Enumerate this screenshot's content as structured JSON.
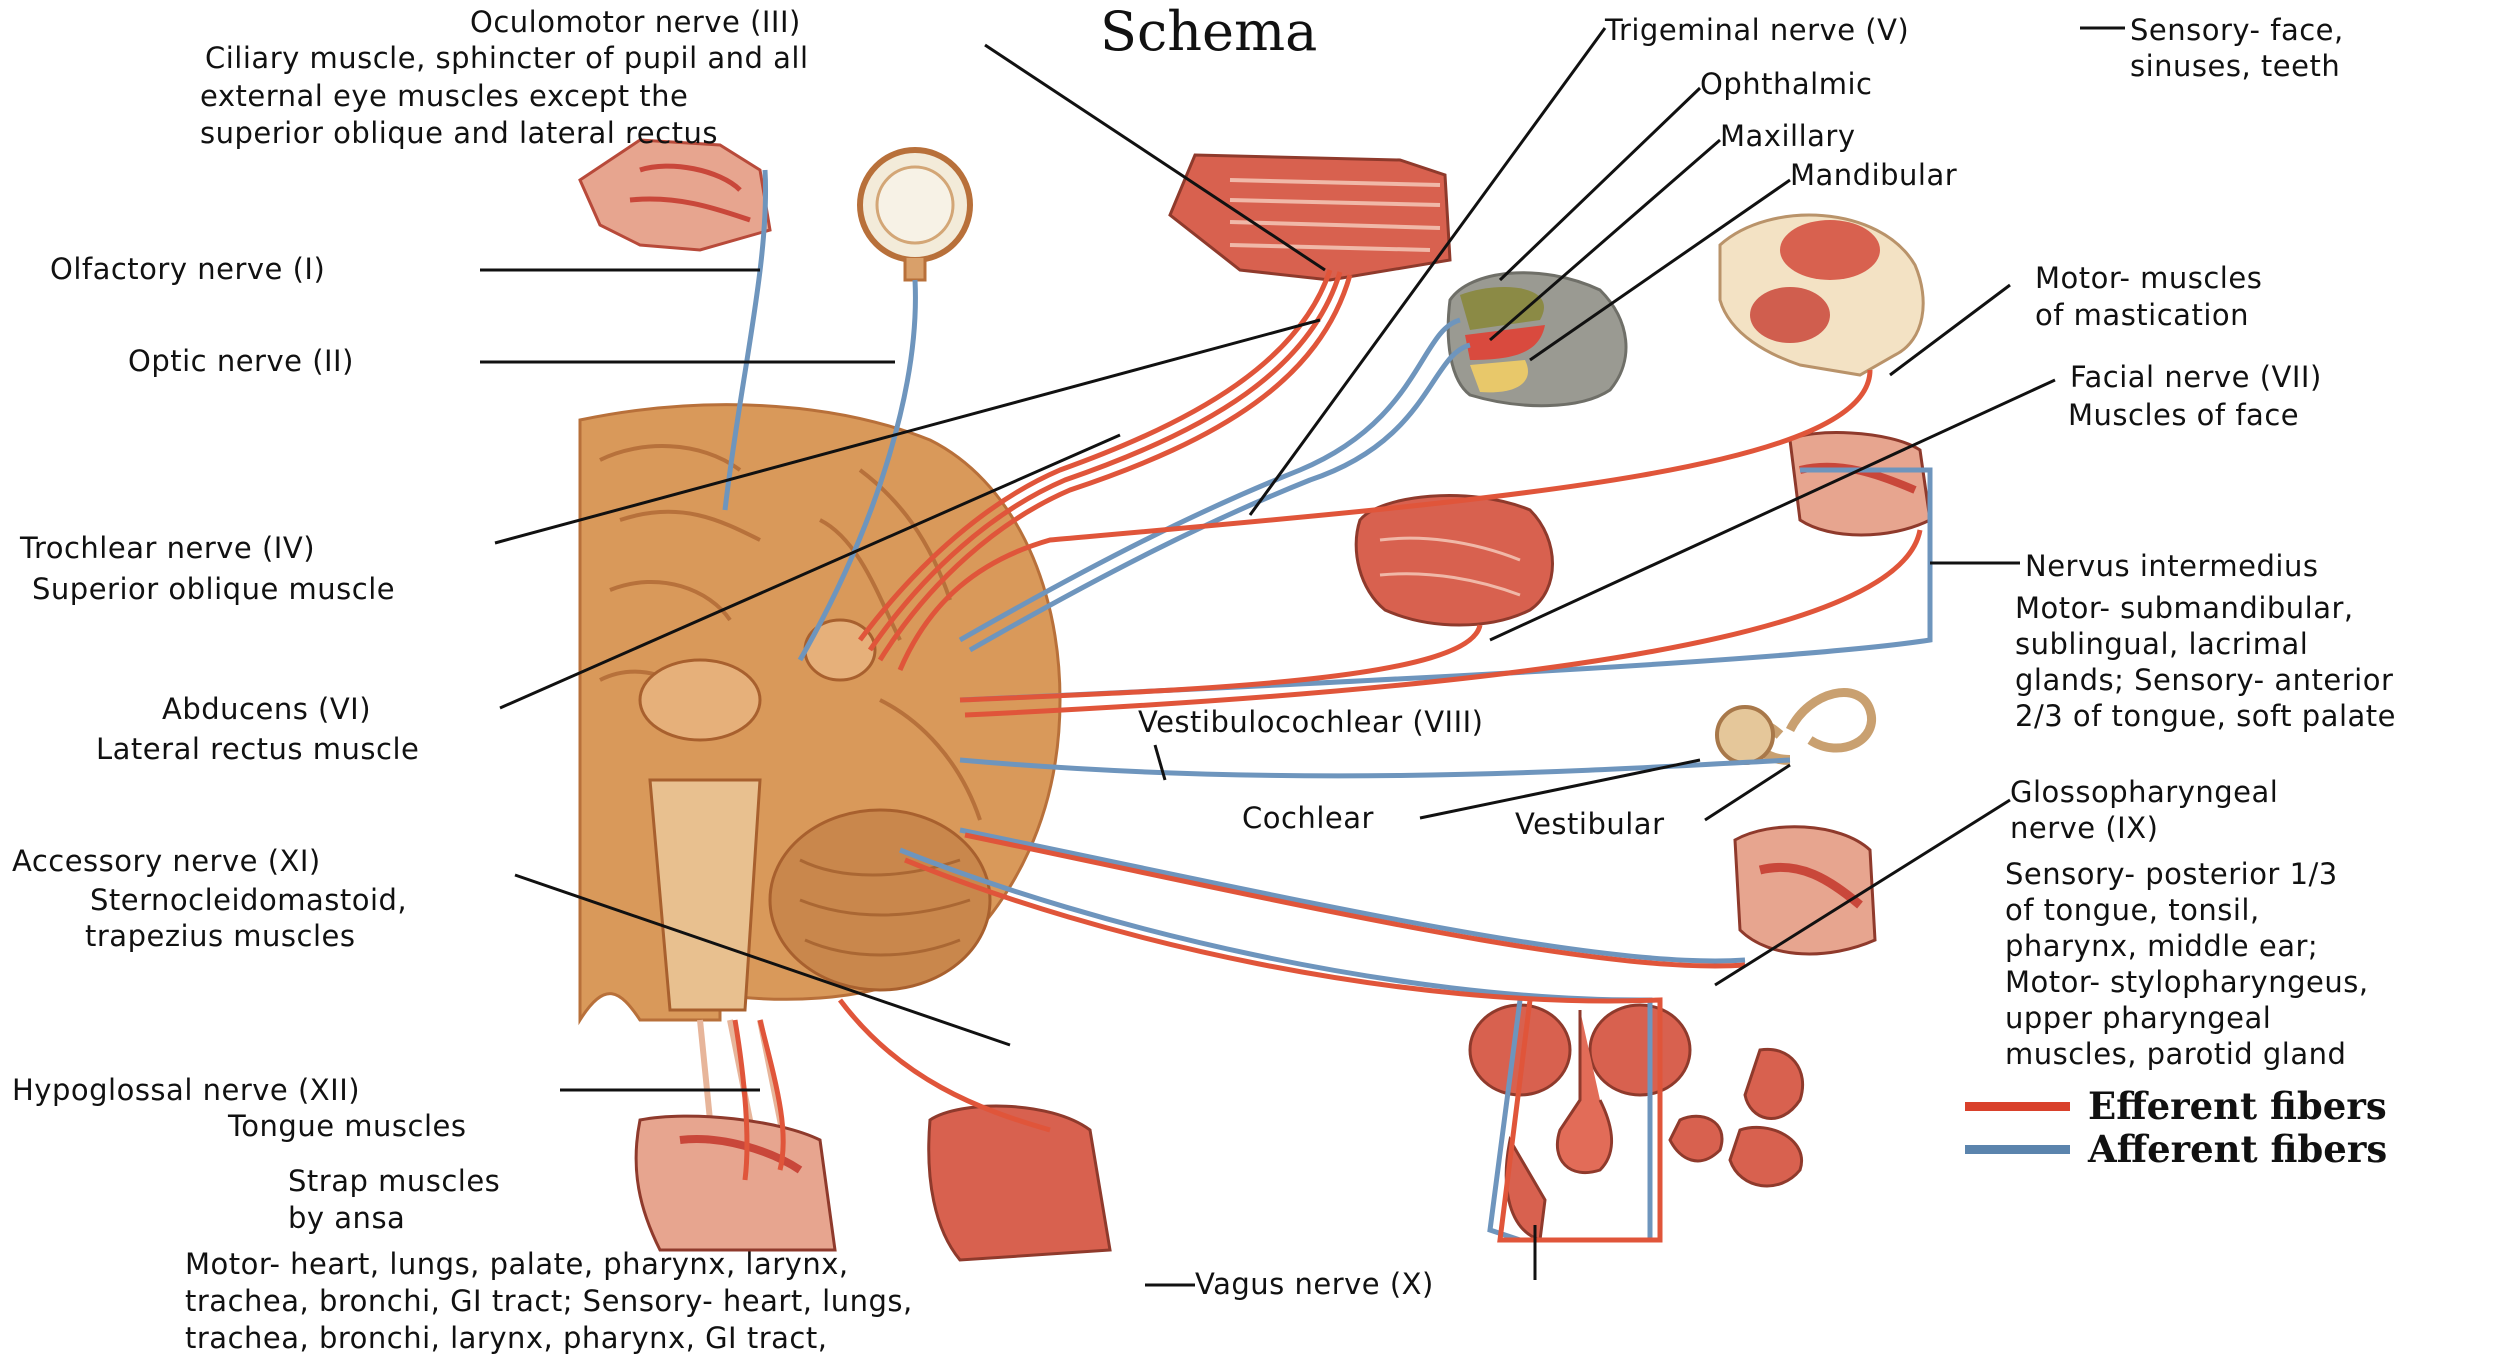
{
  "title": "Schema",
  "labels": {
    "oculomotor": "Oculomotor nerve (III)",
    "oculomotor_desc_1": "Ciliary muscle, sphincter of pupil and all",
    "oculomotor_desc_2": "external eye muscles except the",
    "oculomotor_desc_3": "superior oblique and lateral rectus",
    "olfactory": "Olfactory nerve (I)",
    "optic": "Optic nerve (II)",
    "trochlear": "Trochlear nerve (IV)",
    "trochlear_desc": "Superior oblique muscle",
    "abducens": "Abducens (VI)",
    "abducens_desc": "Lateral rectus muscle",
    "accessory": "Accessory nerve (XI)",
    "accessory_desc_1": "Sternocleidomastoid,",
    "accessory_desc_2": "trapezius muscles",
    "hypoglossal": "Hypoglossal nerve (XII)",
    "hypoglossal_desc": "Tongue muscles",
    "strap_1": "Strap muscles",
    "strap_2": "by ansa",
    "vagus_desc_1": "Motor- heart, lungs, palate, pharynx, larynx,",
    "vagus_desc_2": "trachea, bronchi, GI tract; Sensory- heart, lungs,",
    "vagus_desc_3": "trachea, bronchi, larynx, pharynx, GI tract,",
    "vagus": "Vagus nerve (X)",
    "trigeminal": "Trigeminal nerve (V)",
    "trigeminal_sensory_1": "Sensory- face,",
    "trigeminal_sensory_2": "sinuses, teeth",
    "ophthalmic": "Ophthalmic",
    "maxillary": "Maxillary",
    "mandibular": "Mandibular",
    "motor_mastication_1": "Motor- muscles",
    "motor_mastication_2": "of mastication",
    "facial": "Facial nerve (VII)",
    "facial_desc": "Muscles of face",
    "intermedius": "Nervus intermedius",
    "intermedius_desc_1": "Motor- submandibular,",
    "intermedius_desc_2": "sublingual, lacrimal",
    "intermedius_desc_3": "glands; Sensory- anterior",
    "intermedius_desc_4": "2/3 of tongue, soft palate",
    "vestibulocochlear": "Vestibulocochlear (VIII)",
    "cochlear": "Cochlear",
    "vestibular": "Vestibular",
    "glosso_1": "Glossopharyngeal",
    "glosso_2": "nerve (IX)",
    "glosso_desc_1": "Sensory- posterior 1/3",
    "glosso_desc_2": "of tongue, tonsil,",
    "glosso_desc_3": "pharynx, middle ear;",
    "glosso_desc_4": "Motor- stylopharyngeus,",
    "glosso_desc_5": "upper pharyngeal",
    "glosso_desc_6": "muscles, parotid gland"
  },
  "legend": [
    {
      "label": "Efferent fibers",
      "color": "#d9412b"
    },
    {
      "label": "Afferent fibers",
      "color": "#5b84ad"
    }
  ],
  "colors": {
    "efferent": "#e0553a",
    "afferent": "#6e95bd",
    "brain": "#d9995a",
    "brain_dark": "#b8703a",
    "tissue": "#d8614f",
    "skin": "#e7b59a"
  }
}
